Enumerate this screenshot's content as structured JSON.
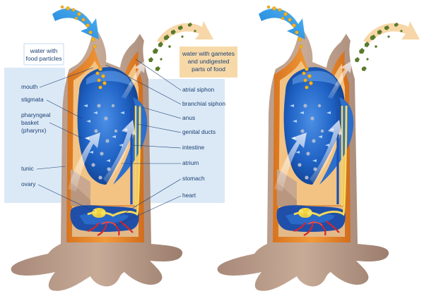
{
  "callouts": {
    "inflow": [
      "water with",
      "food particles"
    ],
    "outflow": [
      "water with gametes",
      "and undigested",
      "parts of food"
    ]
  },
  "labels_left": [
    "mouth",
    "stigmata",
    "pharyngeal",
    "basket",
    "(pharynx)",
    "tunic",
    "ovary"
  ],
  "labels_right": [
    "atrial siphon",
    "branchial siphon",
    "anus",
    "genital ducts",
    "intestine",
    "atrium",
    "stomach",
    "heart"
  ],
  "colors": {
    "tunic": "#b89a86",
    "mantle_orange": "#e8872f",
    "cavity": "#f1c07e",
    "pharynx_blue": "#1f66c9",
    "water_blue": "#2b8fe0",
    "label_panel": "#dbe9f6",
    "outflow_box": "#f7d9a8",
    "food_particle": "#f5b21a",
    "gut_yellow": "#f7e36b",
    "heart_red": "#d8242a",
    "waste_green": "#5a7a2c"
  }
}
